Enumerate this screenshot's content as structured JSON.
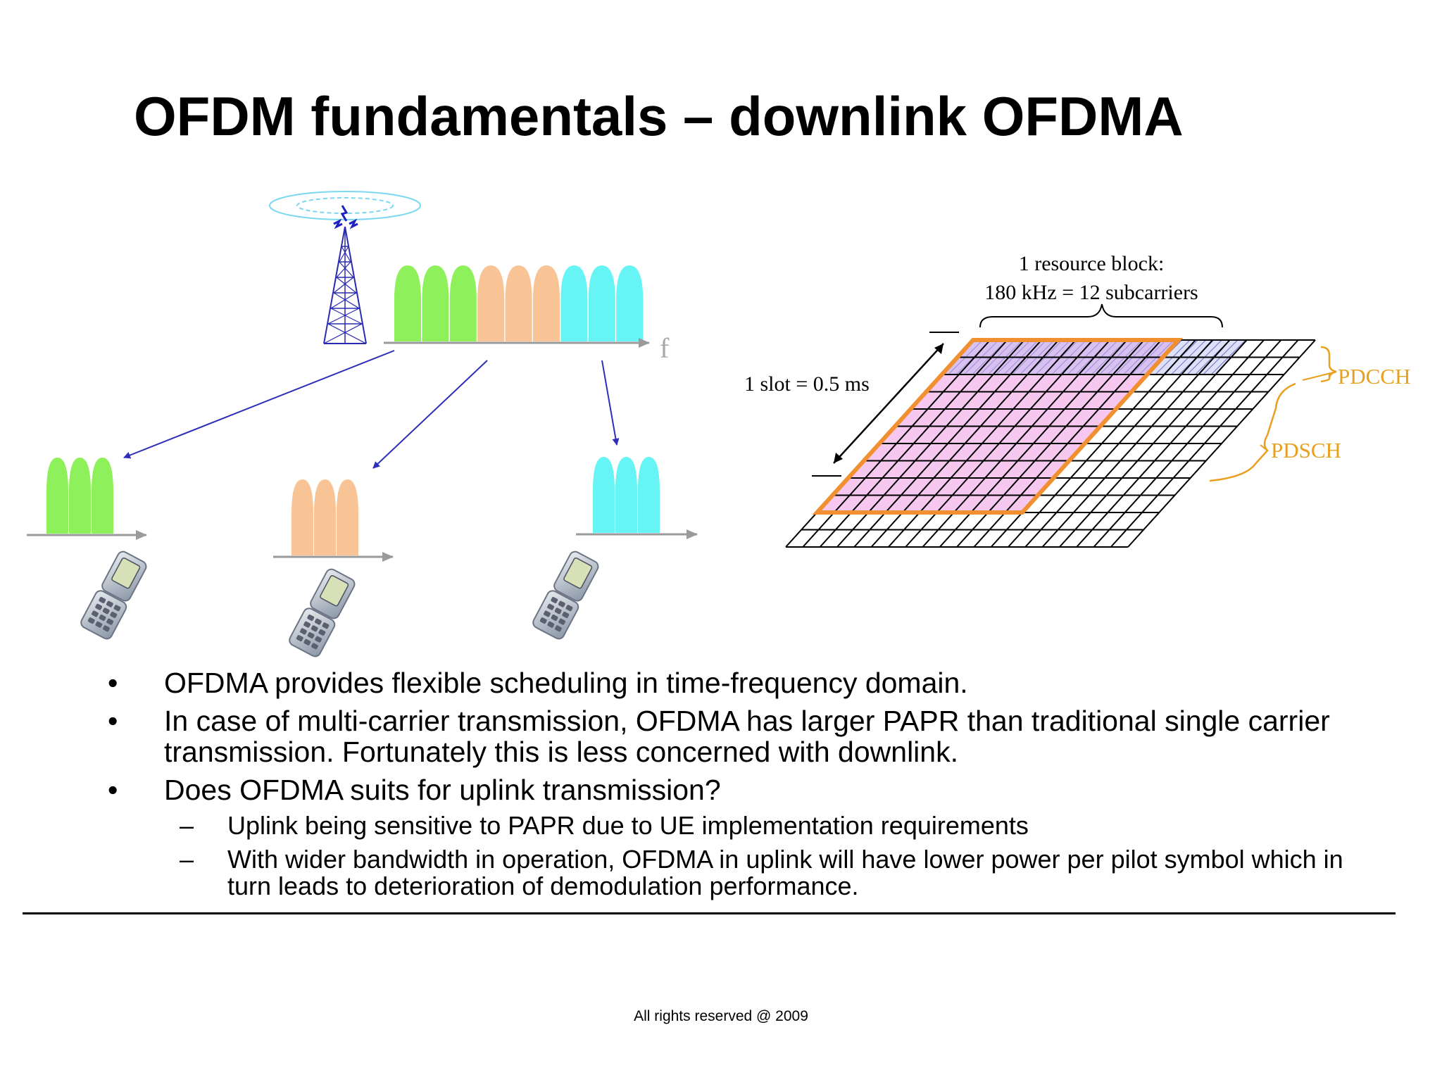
{
  "slide": {
    "title": "OFDM fundamentals – downlink OFDMA",
    "footer": "All rights reserved @ 2009"
  },
  "diagram": {
    "freq_axis_label": "f",
    "resource_block_label_line1": "1 resource block:",
    "resource_block_label_line2": "180 kHz = 12 subcarriers",
    "slot_label": "1 slot = 0.5 ms",
    "pdcch_label": "PDCCH",
    "pdsch_label": "PDSCH",
    "colors": {
      "green": "#8ef05a",
      "orange": "#f8c496",
      "cyan": "#66f4f4",
      "arrow_blue": "#2e2eb8",
      "label_orange": "#e8a020",
      "block_pink": "#f6c8f0",
      "block_lavender": "#d8c0f0",
      "block_border": "#f09030"
    }
  },
  "bullets": [
    {
      "marker": "•",
      "text": "OFDMA provides flexible scheduling in time-frequency domain.",
      "level": 1
    },
    {
      "marker": "•",
      "text": "In case of multi-carrier transmission, OFDMA has larger PAPR than traditional single carrier transmission. Fortunately this is less concerned with downlink.",
      "level": 1
    },
    {
      "marker": "•",
      "text": "Does OFDMA suits for uplink transmission?",
      "level": 1
    },
    {
      "marker": "–",
      "text": "Uplink being sensitive to PAPR due to UE implementation requirements",
      "level": 2
    },
    {
      "marker": "–",
      "text": "With wider bandwidth in operation, OFDMA in uplink will have lower  power per pilot symbol which in turn leads to deterioration of demodulation performance.",
      "level": 2
    }
  ]
}
